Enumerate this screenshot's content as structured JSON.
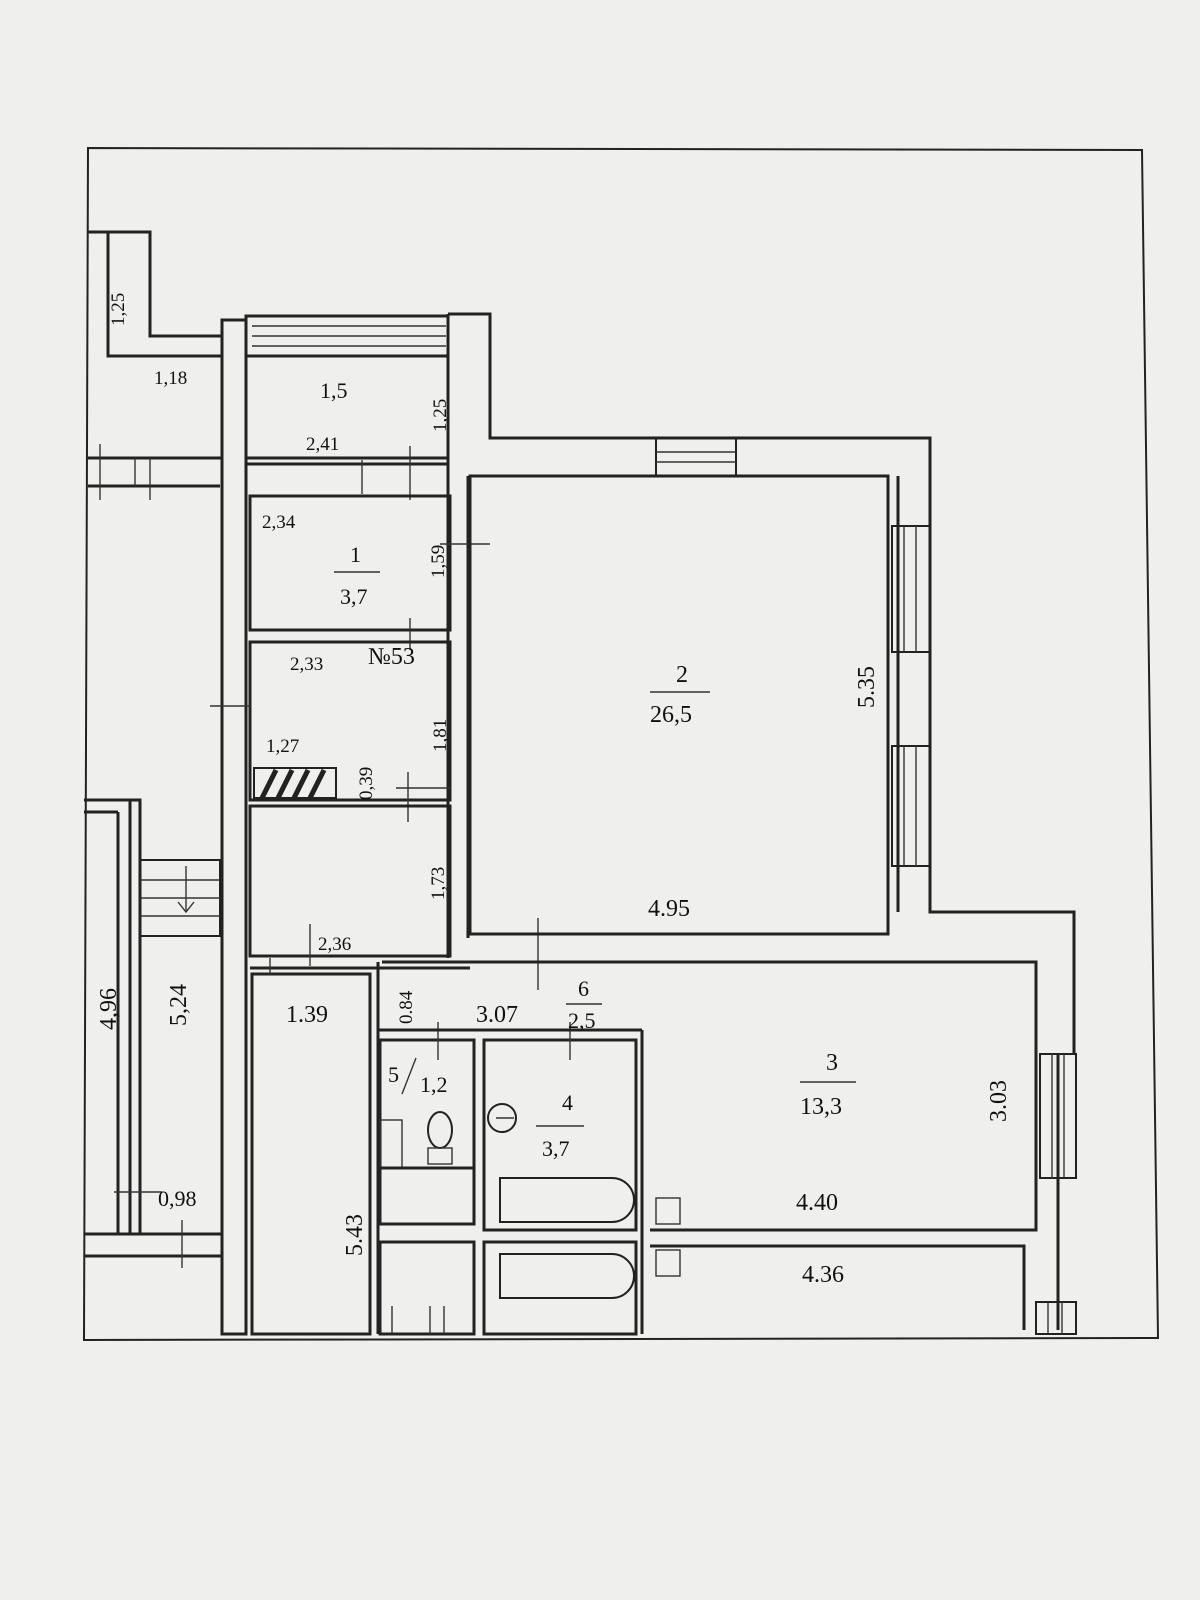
{
  "plan_id": "№53",
  "colors": {
    "paper": "#efefee",
    "ink": "#222222",
    "background": "#e4e4e2"
  },
  "rooms": [
    {
      "id": "1",
      "number": "1",
      "area": "3,7"
    },
    {
      "id": "2",
      "number": "2",
      "area": "26,5"
    },
    {
      "id": "3",
      "number": "3",
      "area": "13,3"
    },
    {
      "id": "4",
      "number": "4",
      "area": "3,7"
    },
    {
      "id": "5",
      "number": "5",
      "area": "1,2"
    },
    {
      "id": "6",
      "number": "6",
      "area": "2,5"
    },
    {
      "id": "balcony",
      "number": "",
      "area": "1,5"
    }
  ],
  "dimensions": {
    "d_1_25_top": "1,25",
    "d_1_18": "1,18",
    "d_1_25_balcony": "1,25",
    "d_2_41": "2,41",
    "d_2_34": "2,34",
    "d_1_59": "1,59",
    "d_2_33": "2,33",
    "d_1_81": "1,81",
    "d_1_27": "1,27",
    "d_0_39": "0,39",
    "d_1_73": "1,73",
    "d_2_36": "2,36",
    "d_5_35": "5.35",
    "d_4_95": "4.95",
    "d_1_39": "1.39",
    "d_0_84": "0.84",
    "d_3_07": "3.07",
    "d_4_96": "4,96",
    "d_5_24": "5,24",
    "d_0_98": "0,98",
    "d_5_43": "5.43",
    "d_3_03": "3.03",
    "d_4_40": "4.40",
    "d_4_36": "4.36"
  }
}
